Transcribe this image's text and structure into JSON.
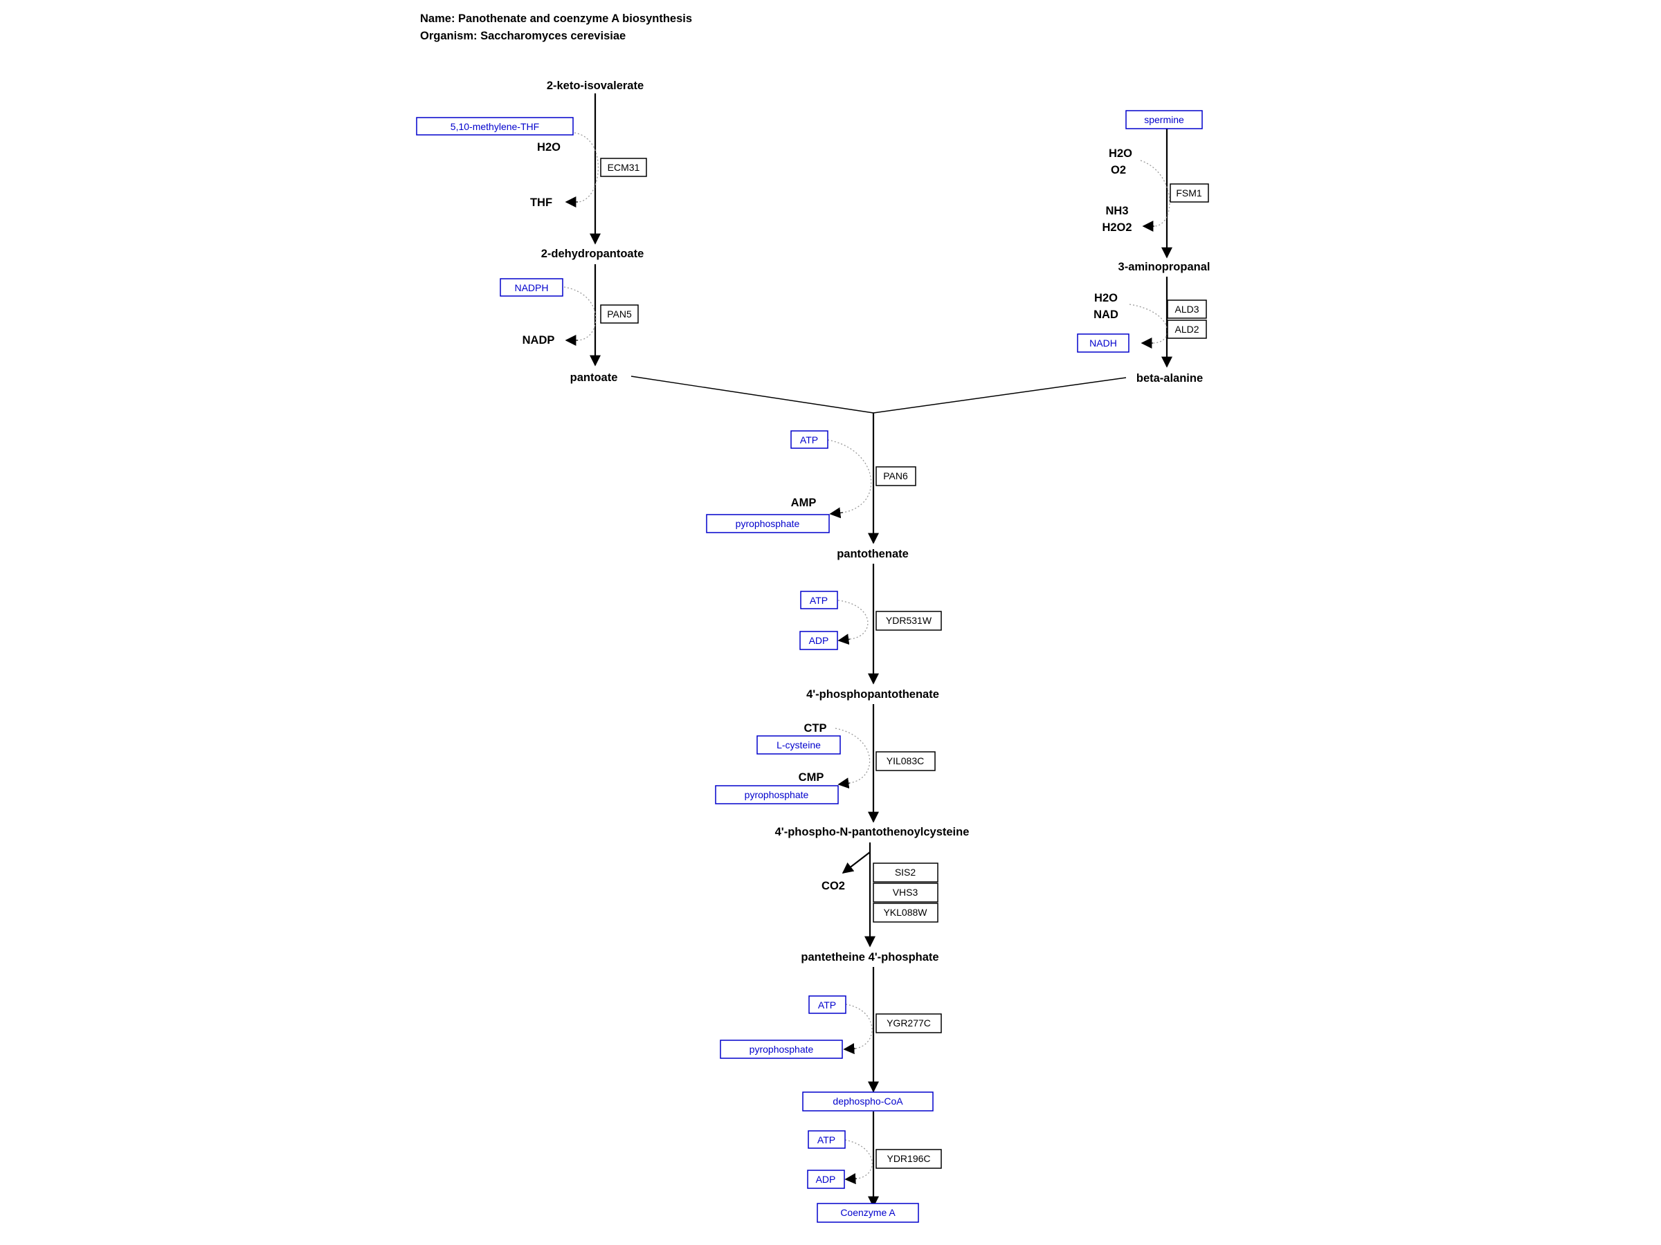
{
  "header": {
    "name": "Name: Panothenate and coenzyme A biosynthesis",
    "organism": "Organism: Saccharomyces cerevisiae"
  },
  "metabolites": {
    "keto_isovalerate": "2-keto-isovalerate",
    "h2o_1": "H2O",
    "thf": "THF",
    "dehydropantoate": "2-dehydropantoate",
    "nadp": "NADP",
    "pantoate": "pantoate",
    "h2o_2": "H2O",
    "o2": "O2",
    "nh3": "NH3",
    "h2o2": "H2O2",
    "aminopropanal": "3-aminopropanal",
    "h2o_3": "H2O",
    "nad": "NAD",
    "beta_alanine": "beta-alanine",
    "amp": "AMP",
    "pantothenate": "pantothenate",
    "phosphopantothenate": "4'-phosphopantothenate",
    "ctp": "CTP",
    "cmp": "CMP",
    "phosphopantothenoylcysteine": "4'-phospho-N-pantothenoylcysteine",
    "co2": "CO2",
    "pantetheine_phosphate": "pantetheine 4'-phosphate"
  },
  "compounds": {
    "methylene_thf": "5,10-methylene-THF",
    "nadph": "NADPH",
    "spermine": "spermine",
    "nadh": "NADH",
    "atp_1": "ATP",
    "pyrophosphate_1": "pyrophosphate",
    "atp_2": "ATP",
    "adp_1": "ADP",
    "l_cysteine": "L-cysteine",
    "pyrophosphate_2": "pyrophosphate",
    "atp_3": "ATP",
    "pyrophosphate_3": "pyrophosphate",
    "dephospho_coa": "dephospho-CoA",
    "atp_4": "ATP",
    "adp_2": "ADP",
    "coenzyme_a": "Coenzyme A"
  },
  "genes": {
    "ecm31": "ECM31",
    "pan5": "PAN5",
    "fsm1": "FSM1",
    "ald3": "ALD3",
    "ald2": "ALD2",
    "pan6": "PAN6",
    "ydr531w": "YDR531W",
    "yil083c": "YIL083C",
    "sis2": "SIS2",
    "vhs3": "VHS3",
    "ykl088w": "YKL088W",
    "ygr277c": "YGR277C",
    "ydr196c": "YDR196C"
  },
  "colors": {
    "compound_link": "#0000cc",
    "gene_box": "#000000",
    "side_curve": "#9a9a9a"
  }
}
